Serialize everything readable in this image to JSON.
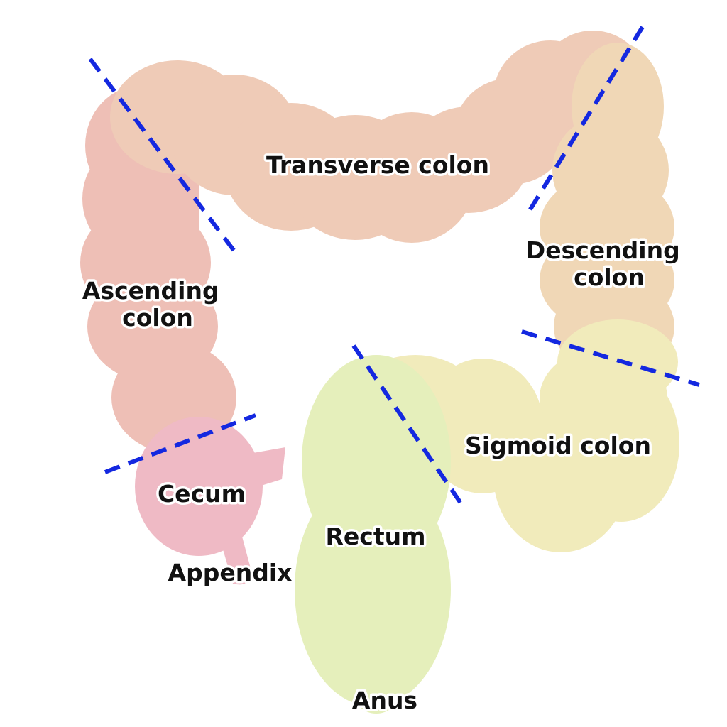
{
  "diagram": {
    "labels": {
      "transverse": "Transverse colon",
      "ascending_line1": "Ascending",
      "ascending_line2": "colon",
      "descending_line1": "Descending",
      "descending_line2": "colon",
      "sigmoid": "Sigmoid colon",
      "cecum": "Cecum",
      "appendix": "Appendix",
      "rectum": "Rectum",
      "anus": "Anus"
    },
    "colors": {
      "transverse": "#efcbb7",
      "ascending": "#eebfb6",
      "descending": "#f0d7b6",
      "sigmoid": "#f1ebbb",
      "cecum": "#efbac5",
      "rectum": "#e5efbb",
      "divider": "#1428e0",
      "text": "#111111"
    }
  }
}
